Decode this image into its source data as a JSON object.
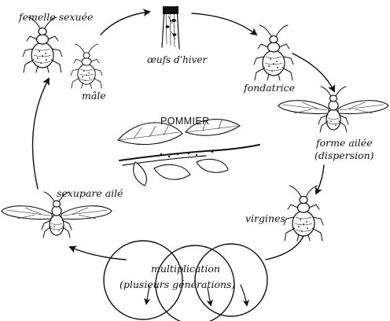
{
  "diagram": {
    "center_label": "POMMIER",
    "stages": [
      {
        "id": "femelle",
        "label": "femelle sexuée"
      },
      {
        "id": "male",
        "label": "mâle"
      },
      {
        "id": "oeufs",
        "label": "œufs d'hiver"
      },
      {
        "id": "fondatrice",
        "label": "fondatrice"
      },
      {
        "id": "ailee",
        "label_line1": "forme ailée",
        "label_line2": "(dispersion)"
      },
      {
        "id": "virgines",
        "label": "virgines"
      },
      {
        "id": "multiplication",
        "label_line1": "multiplication",
        "label_line2": "(plusieurs générations)"
      },
      {
        "id": "sexupare",
        "label": "sexupare ailé"
      }
    ]
  }
}
